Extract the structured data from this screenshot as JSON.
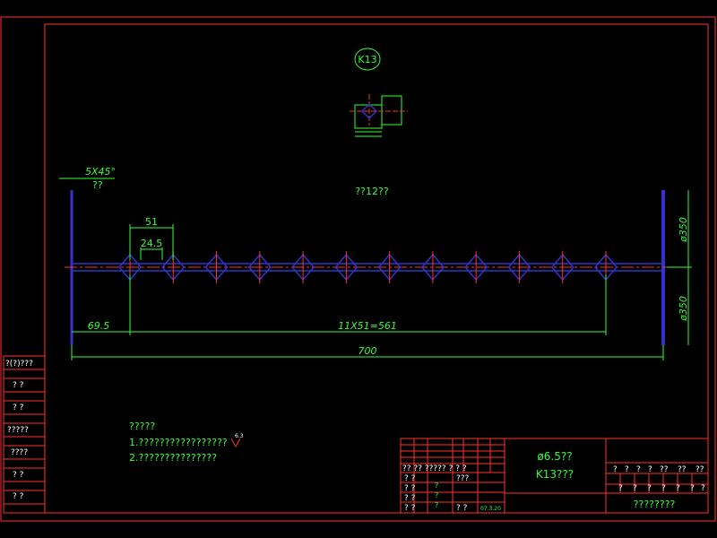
{
  "drawing": {
    "view_label": "K13",
    "annotation_pitch": "??12??",
    "chamfer": {
      "label": "5X45°",
      "sub": "??"
    },
    "dims": {
      "pitch": "51",
      "half_pitch": "24.5",
      "start_offset": "69.5",
      "pattern": "11X51=561",
      "total_length": "700",
      "dia_top": "ø350",
      "dia_bottom": "ø350",
      "spike_count": 12
    },
    "notes": {
      "title": "?????",
      "line1": "1.?????????????????",
      "line2": "2.???????????????",
      "roughness": "6.3"
    },
    "left_strip": [
      "?(?)???",
      "?   ?",
      "?   ?",
      "?????",
      "????",
      "?   ?",
      "?   ?"
    ],
    "title_block": {
      "part_line1": "ø6.5??",
      "part_line2": "K13???",
      "drawing_no": "????????",
      "rev_header": "?? ?? ????? ? ? ?",
      "rows": [
        "?   ?",
        "?   ?",
        "?   ?",
        "?   ?"
      ],
      "col_q": [
        "?",
        "?",
        "?"
      ],
      "mid": "???",
      "date": "07.3.20",
      "right_header": [
        "?",
        "?",
        "?",
        "?",
        "??",
        "??",
        "??"
      ],
      "right_row": [
        "?",
        "?",
        "?",
        "?",
        "?",
        "?",
        "?"
      ]
    },
    "colors": {
      "frame": "#ff3030",
      "dim": "#33ff33",
      "shaft": "#3333cc",
      "center": "#ff3030",
      "text": "#33ff33"
    }
  }
}
